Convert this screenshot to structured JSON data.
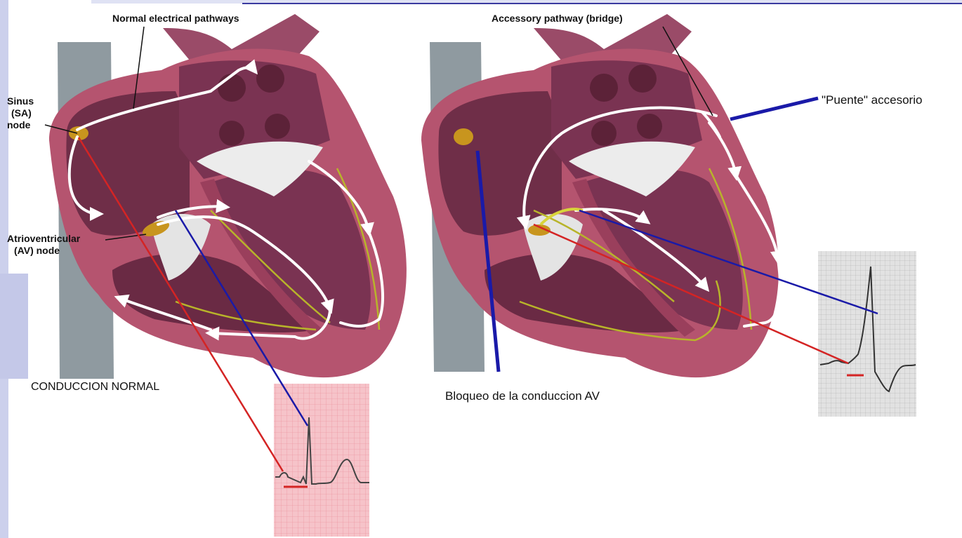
{
  "left_panel": {
    "title": "Normal electrical pathways",
    "sa_node_label": [
      "Sinus",
      "(SA)",
      "node"
    ],
    "av_node_label": [
      "Atrioventricular",
      "(AV) node"
    ],
    "caption": "CONDUCCION NORMAL",
    "ecg_name": "normal-ecg-strip"
  },
  "right_panel": {
    "title": "Accessory pathway (bridge)",
    "bridge_label": "\"Puente\" accesorio",
    "caption": "Bloqueo de la conduccion AV",
    "ecg_name": "wpw-ecg-strip"
  },
  "colors": {
    "muscle": "#b5546f",
    "muscle_dark": "#8a3350",
    "chamber": "#6f2e48",
    "valve": "#ececec",
    "node": "#c8951e",
    "pathway": "#ffffff",
    "purkinje": "#b8b42a",
    "red_line": "#d42424",
    "blue_line": "#1a1aa8",
    "ecg_pink": "#f4b8bf",
    "ecg_gray": "#dcdcdc",
    "slide_accent": "#ccd0ec"
  }
}
